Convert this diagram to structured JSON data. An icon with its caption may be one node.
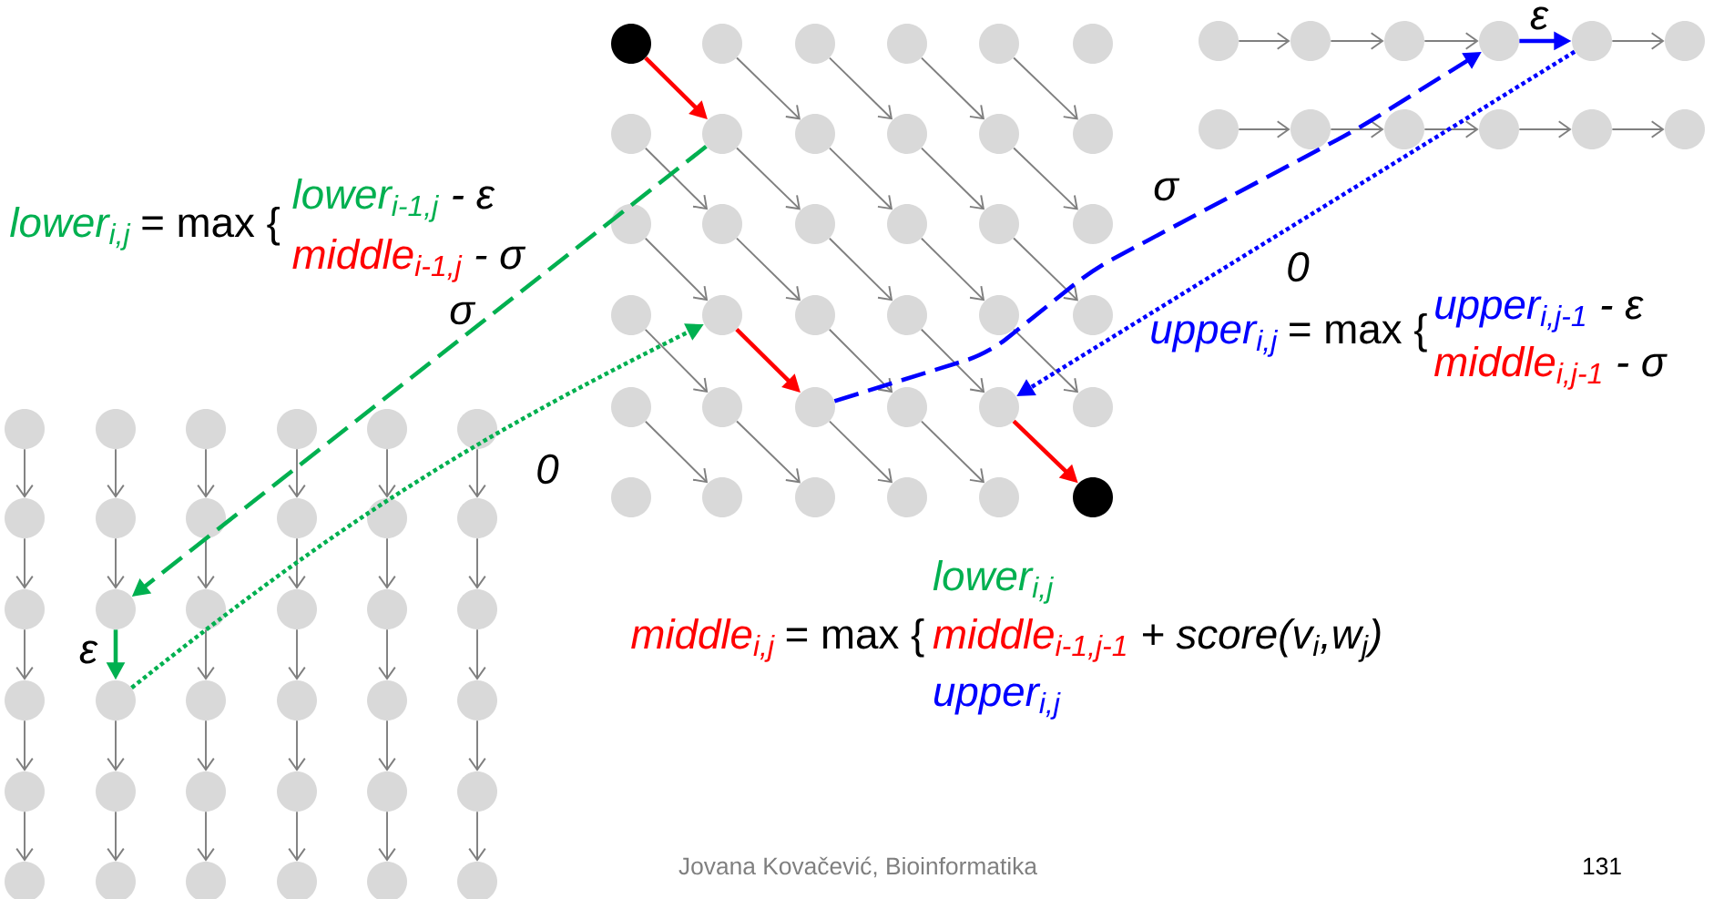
{
  "diagram": {
    "nodes": [
      {
        "text": [],
        "shape": "circle"
      },
      {
        "text": [],
        "shape": "circle"
      },
      {
        "text": [],
        "shape": "circle"
      },
      {
        "text": [],
        "shape": "circle"
      },
      {
        "text": [],
        "shape": "circle"
      },
      {
        "text": [],
        "shape": "circle"
      },
      {
        "text": [],
        "shape": "circle"
      },
      {
        "text": [],
        "shape": "circle"
      },
      {
        "text": [],
        "shape": "circle"
      },
      {
        "text": [],
        "shape": "circle"
      },
      {
        "text": [],
        "shape": "circle"
      },
      {
        "text": [],
        "shape": "circle"
      },
      {
        "text": [],
        "shape": "circle"
      },
      {
        "text": [],
        "shape": "circle"
      },
      {
        "text": [],
        "shape": "circle"
      },
      {
        "text": [],
        "shape": "circle"
      },
      {
        "text": [],
        "shape": "circle"
      },
      {
        "text": [],
        "shape": "circle"
      },
      {
        "text": [],
        "shape": "circle"
      },
      {
        "text": [],
        "shape": "circle"
      },
      {
        "text": [],
        "shape": "circle"
      },
      {
        "text": [],
        "shape": "circle"
      },
      {
        "text": [],
        "shape": "circle"
      },
      {
        "text": [],
        "shape": "circle"
      },
      {
        "text": [],
        "shape": "circle"
      },
      {
        "text": [],
        "shape": "circle"
      },
      {
        "text": [],
        "shape": "circle"
      },
      {
        "text": [],
        "shape": "circle"
      },
      {
        "text": [],
        "shape": "circle"
      },
      {
        "text": [],
        "shape": "circle"
      },
      {
        "text": [],
        "shape": "circle"
      },
      {
        "text": [],
        "shape": "circle"
      },
      {
        "text": [],
        "shape": "circle"
      },
      {
        "text": [],
        "shape": "circle"
      },
      {
        "text": [],
        "shape": "circle"
      },
      {
        "text": [],
        "shape": "circle"
      },
      {
        "text": [],
        "shape": "circle"
      },
      {
        "text": [],
        "shape": "circle"
      },
      {
        "text": [],
        "shape": "circle"
      },
      {
        "text": [],
        "shape": "circle"
      },
      {
        "text": [],
        "shape": "circle"
      },
      {
        "text": [],
        "shape": "circle"
      },
      {
        "text": [],
        "shape": "circle"
      },
      {
        "text": [],
        "shape": "circle"
      },
      {
        "text": [],
        "shape": "circle"
      },
      {
        "text": [],
        "shape": "circle"
      },
      {
        "text": [],
        "shape": "circle"
      },
      {
        "text": [],
        "shape": "circle"
      },
      {
        "text": [],
        "shape": "circle"
      },
      {
        "text": [],
        "shape": "circle"
      },
      {
        "text": [],
        "shape": "circle"
      },
      {
        "text": [],
        "shape": "circle"
      },
      {
        "text": [],
        "shape": "circle"
      },
      {
        "text": [],
        "shape": "circle"
      },
      {
        "text": [],
        "shape": "circle"
      },
      {
        "text": [],
        "shape": "circle"
      },
      {
        "text": [],
        "shape": "circle"
      },
      {
        "text": [],
        "shape": "circle"
      },
      {
        "text": [],
        "shape": "circle"
      },
      {
        "text": [],
        "shape": "circle"
      },
      {
        "text": [],
        "shape": "circle"
      },
      {
        "text": [],
        "shape": "circle"
      },
      {
        "text": [],
        "shape": "circle"
      },
      {
        "text": [],
        "shape": "circle"
      },
      {
        "text": [],
        "shape": "circle"
      },
      {
        "text": [],
        "shape": "circle"
      },
      {
        "text": [],
        "shape": "circle"
      },
      {
        "text": [],
        "shape": "circle"
      },
      {
        "text": [],
        "shape": "circle"
      },
      {
        "text": [],
        "shape": "circle"
      },
      {
        "text": [],
        "shape": "circle"
      },
      {
        "text": [],
        "shape": "circle"
      },
      {
        "text": [],
        "shape": "circle"
      },
      {
        "text": [],
        "shape": "circle"
      },
      {
        "text": [],
        "shape": "circle"
      },
      {
        "text": [],
        "shape": "circle"
      },
      {
        "text": [],
        "shape": "circle"
      },
      {
        "text": [],
        "shape": "circle"
      },
      {
        "text": [],
        "shape": "circle"
      },
      {
        "text": [],
        "shape": "circle"
      },
      {
        "text": [],
        "shape": "circle"
      },
      {
        "text": [],
        "shape": "circle"
      },
      {
        "text": [],
        "shape": "circle"
      },
      {
        "text": [],
        "shape": "circle"
      }
    ],
    "edges": [
      {
        "from": 0,
        "to": 7,
        "arrow": "to",
        "color": "#ff0000"
      },
      {
        "from": 1,
        "to": 8,
        "arrow": "to"
      },
      {
        "from": 2,
        "to": 9,
        "arrow": "to"
      },
      {
        "from": 3,
        "to": 10,
        "arrow": "to"
      },
      {
        "from": 4,
        "to": 11,
        "arrow": "to"
      },
      {
        "from": 6,
        "to": 13,
        "arrow": "to"
      },
      {
        "from": 7,
        "to": 14,
        "arrow": "to"
      },
      {
        "from": 8,
        "to": 15,
        "arrow": "to"
      },
      {
        "from": 9,
        "to": 16,
        "arrow": "to"
      },
      {
        "from": 10,
        "to": 17,
        "arrow": "to"
      },
      {
        "from": 12,
        "to": 19,
        "arrow": "to"
      },
      {
        "from": 13,
        "to": 20,
        "arrow": "to"
      },
      {
        "from": 14,
        "to": 21,
        "arrow": "to"
      },
      {
        "from": 15,
        "to": 22,
        "arrow": "to"
      },
      {
        "from": 16,
        "to": 23,
        "arrow": "to"
      },
      {
        "from": 18,
        "to": 25,
        "arrow": "to"
      },
      {
        "from": 19,
        "to": 26,
        "arrow": "to",
        "color": "#ff0000"
      },
      {
        "from": 20,
        "to": 27,
        "arrow": "to"
      },
      {
        "from": 21,
        "to": 28,
        "arrow": "to"
      },
      {
        "from": 22,
        "to": 29,
        "arrow": "to"
      },
      {
        "from": 24,
        "to": 31,
        "arrow": "to"
      },
      {
        "from": 25,
        "to": 32,
        "arrow": "to"
      },
      {
        "from": 26,
        "to": 33,
        "arrow": "to"
      },
      {
        "from": 27,
        "to": 34,
        "arrow": "to"
      },
      {
        "from": 28,
        "to": 35,
        "arrow": "to",
        "color": "#ff0000"
      },
      {
        "from": 36,
        "to": 37,
        "arrow": "to"
      },
      {
        "from": 37,
        "to": 38,
        "arrow": "to"
      },
      {
        "from": 38,
        "to": 39,
        "arrow": "to"
      },
      {
        "from": 39,
        "to": 40,
        "arrow": "to",
        "label": "ε",
        "color": "#0000ff"
      },
      {
        "from": 40,
        "to": 41,
        "arrow": "to"
      },
      {
        "from": 42,
        "to": 43,
        "arrow": "to"
      },
      {
        "from": 43,
        "to": 44,
        "arrow": "to"
      },
      {
        "from": 44,
        "to": 45,
        "arrow": "to"
      },
      {
        "from": 45,
        "to": 46,
        "arrow": "to"
      },
      {
        "from": 46,
        "to": 47,
        "arrow": "to"
      },
      {
        "from": 48,
        "to": 54,
        "arrow": "to"
      },
      {
        "from": 54,
        "to": 60,
        "arrow": "to"
      },
      {
        "from": 60,
        "to": 66,
        "arrow": "to"
      },
      {
        "from": 66,
        "to": 72,
        "arrow": "to"
      },
      {
        "from": 72,
        "to": 78,
        "arrow": "to"
      },
      {
        "from": 49,
        "to": 55,
        "arrow": "to"
      },
      {
        "from": 55,
        "to": 61,
        "arrow": "to"
      },
      {
        "from": 61,
        "to": 67,
        "arrow": "to",
        "label": "ε",
        "color": "#00b050"
      },
      {
        "from": 67,
        "to": 73,
        "arrow": "to"
      },
      {
        "from": 73,
        "to": 79,
        "arrow": "to"
      },
      {
        "from": 50,
        "to": 56,
        "arrow": "to"
      },
      {
        "from": 56,
        "to": 62,
        "arrow": "to"
      },
      {
        "from": 62,
        "to": 68,
        "arrow": "to"
      },
      {
        "from": 68,
        "to": 74,
        "arrow": "to"
      },
      {
        "from": 74,
        "to": 80,
        "arrow": "to"
      },
      {
        "from": 51,
        "to": 57,
        "arrow": "to"
      },
      {
        "from": 57,
        "to": 63,
        "arrow": "to"
      },
      {
        "from": 63,
        "to": 69,
        "arrow": "to"
      },
      {
        "from": 69,
        "to": 75,
        "arrow": "to"
      },
      {
        "from": 75,
        "to": 81,
        "arrow": "to"
      },
      {
        "from": 52,
        "to": 58,
        "arrow": "to"
      },
      {
        "from": 58,
        "to": 64,
        "arrow": "to"
      },
      {
        "from": 64,
        "to": 70,
        "arrow": "to"
      },
      {
        "from": 70,
        "to": 76,
        "arrow": "to"
      },
      {
        "from": 76,
        "to": 82,
        "arrow": "to"
      },
      {
        "from": 53,
        "to": 59,
        "arrow": "to"
      },
      {
        "from": 59,
        "to": 65,
        "arrow": "to"
      },
      {
        "from": 65,
        "to": 71,
        "arrow": "to"
      },
      {
        "from": 71,
        "to": 77,
        "arrow": "to"
      },
      {
        "from": 77,
        "to": 83,
        "arrow": "to"
      },
      {
        "from": 7,
        "to": 61,
        "arrow": "to",
        "label": "σ",
        "style": "dashed",
        "color": "#00b050"
      },
      {
        "from": 67,
        "to": 19,
        "arrow": "to",
        "label": "0",
        "style": "dashed",
        "color": "#00b050"
      },
      {
        "from": 26,
        "to": 39,
        "arrow": "to",
        "label": "σ",
        "style": "dashed",
        "color": "#0000ff"
      },
      {
        "from": 40,
        "to": 28,
        "arrow": "to",
        "label": "0",
        "style": "dashed",
        "color": "#0000ff"
      }
    ],
    "labels": [
      "lower$_{i,j}$",
      "= max {",
      "lower$_{i-1,j}$",
      "- ε",
      "middle$_{i-1,j}$",
      "- σ",
      "upper$_{i,j}$",
      "= max {",
      "upper$_{i,j-1}$",
      "- ε",
      "middle$_{i,j-1}$",
      "- σ",
      "lower$_{i,j}$",
      "middle$_{i,j}$",
      "= max {",
      "middle$_{i-1,j-1}$",
      "+ score(v$_{i}$,w$_{j}$)",
      "upper$_{i,j}$",
      "Jovana Kovačević, Bioinformatika",
      "131"
    ]
  }
}
